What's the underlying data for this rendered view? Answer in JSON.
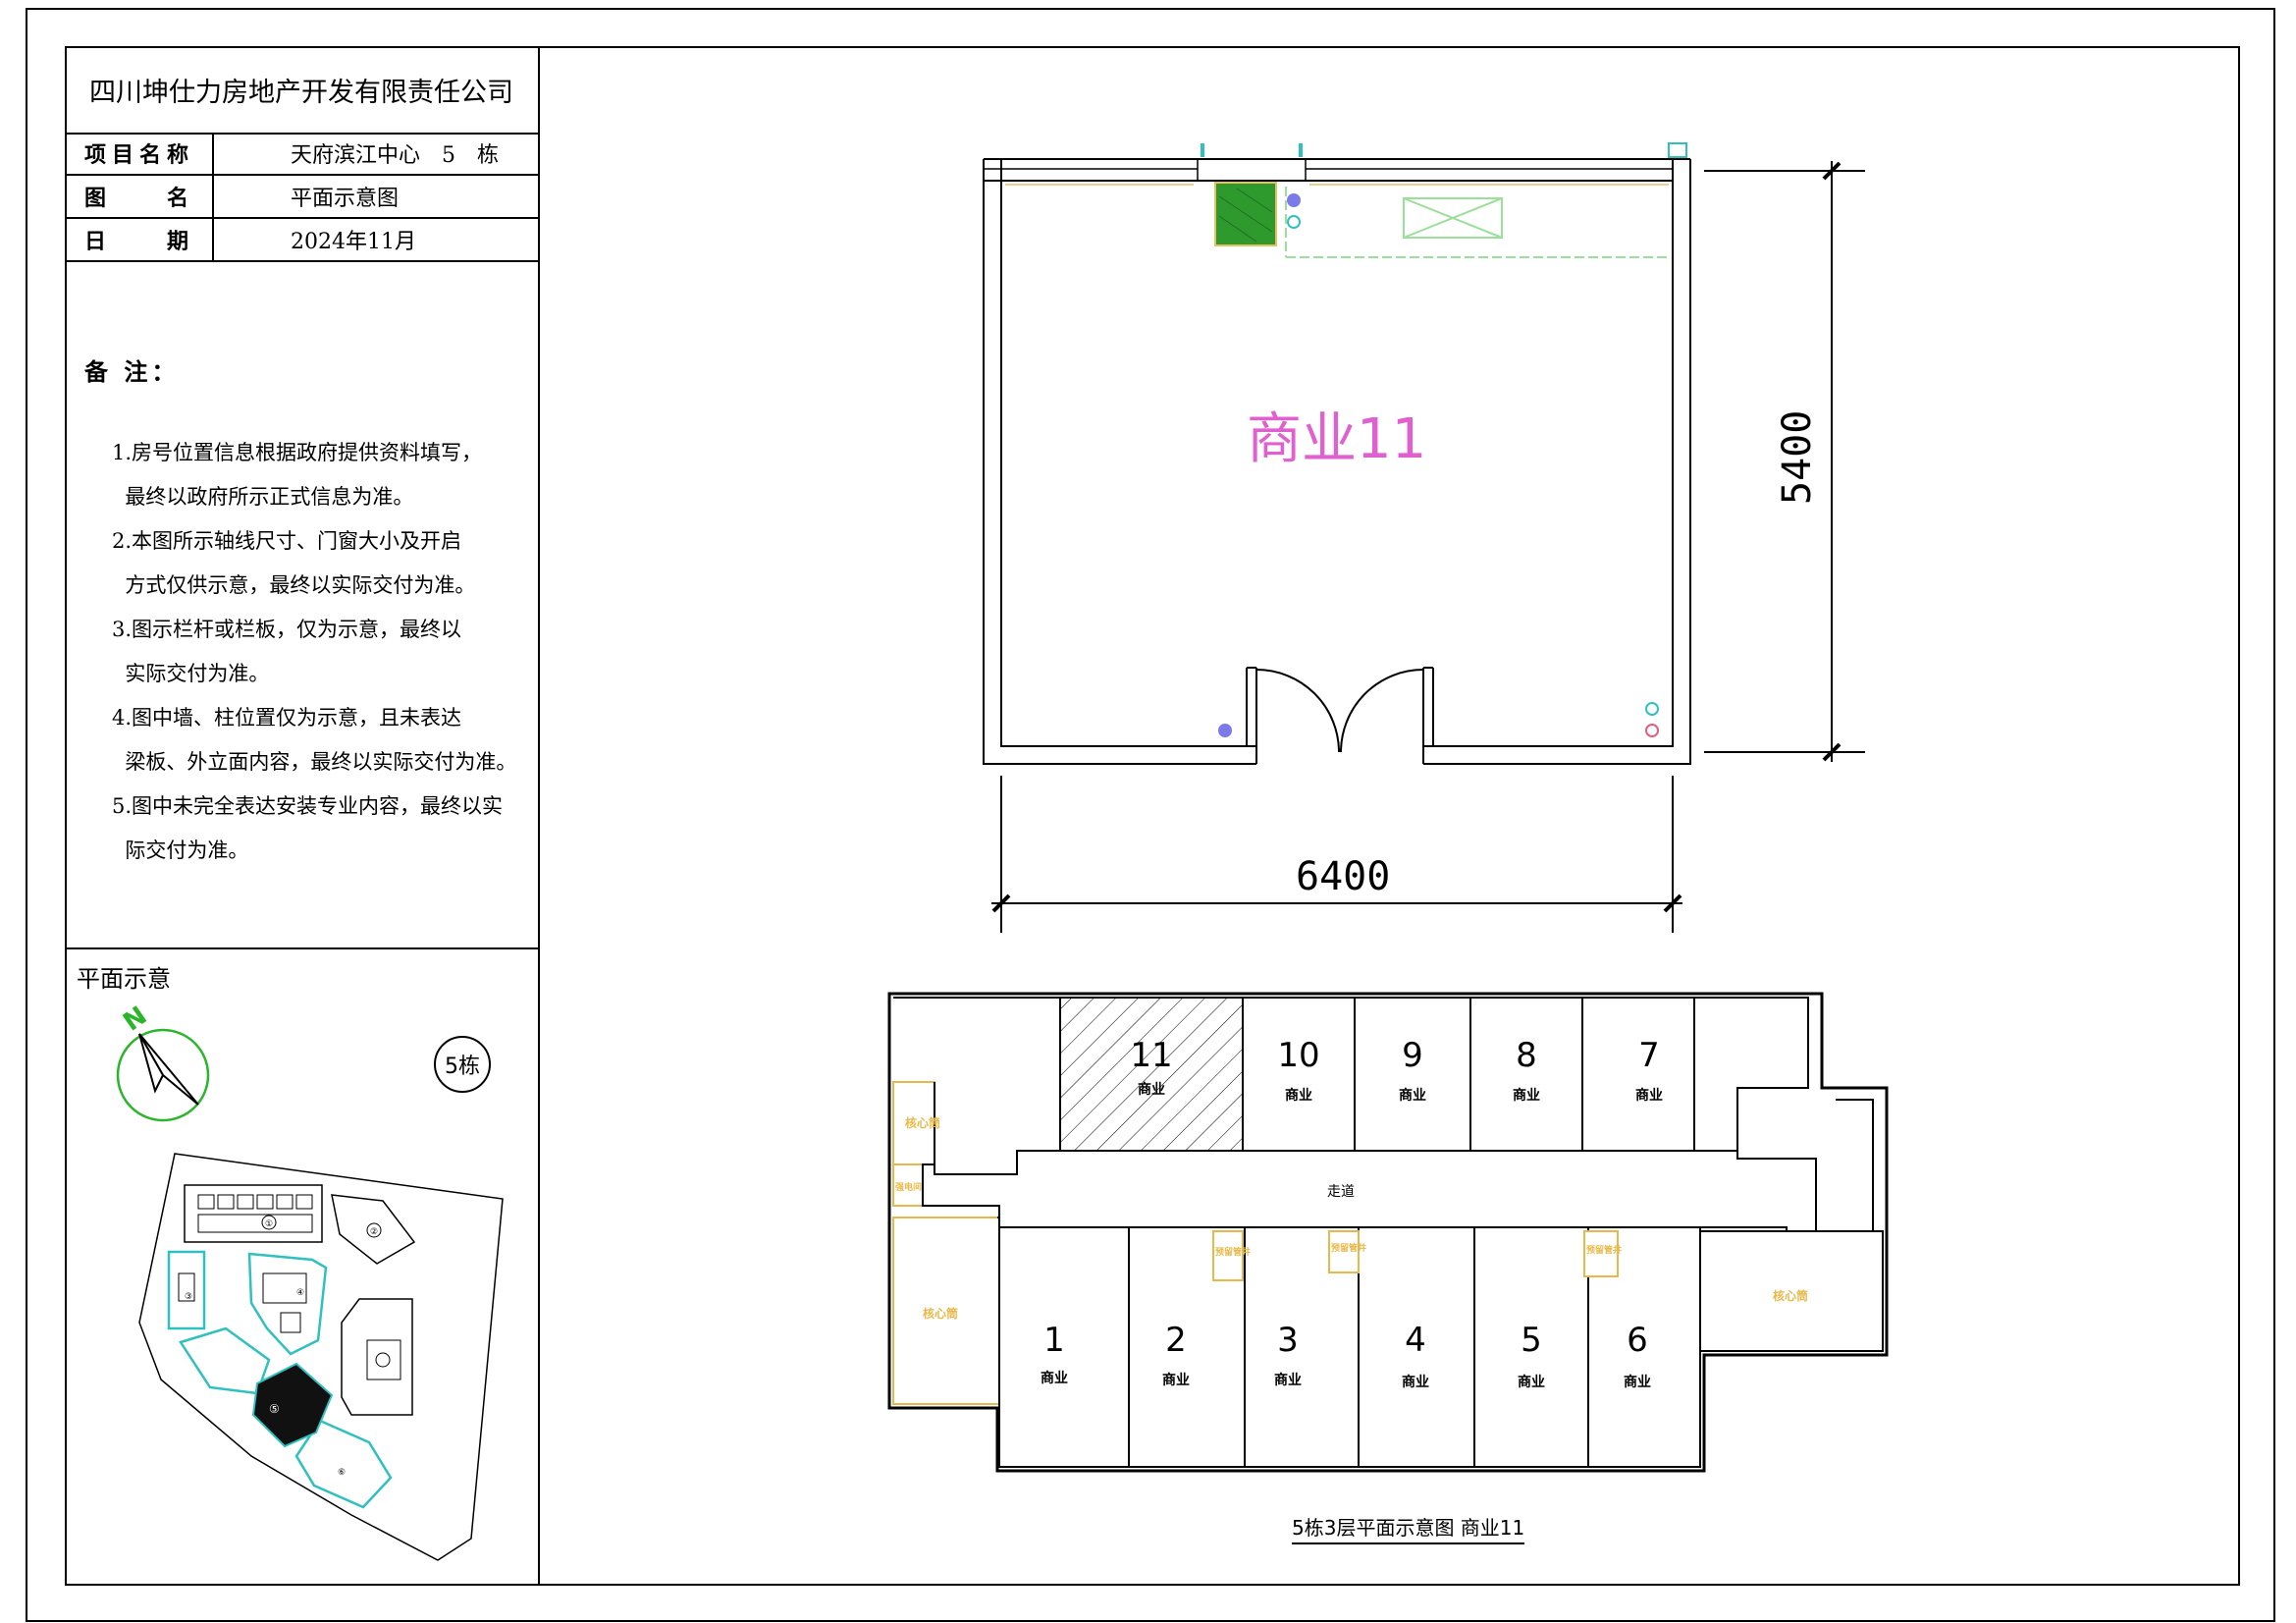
{
  "title_block": {
    "company": "四川坤仕力房地产开发有限责任公司",
    "rows": [
      {
        "label": "项目名称",
        "value": "天府滨江中心　5　栋"
      },
      {
        "label": "图　　名",
        "value": "平面示意图"
      },
      {
        "label": "日　　期",
        "value": "2024年11月"
      }
    ]
  },
  "notes": {
    "title": "备 注：",
    "items": [
      "1.房号位置信息根据政府提供资料填写，",
      "  最终以政府所示正式信息为准。",
      "2.本图所示轴线尺寸、门窗大小及开启",
      "  方式仅供示意，最终以实际交付为准。",
      "3.图示栏杆或栏板，仅为示意，最终以",
      "  实际交付为准。",
      "4.图中墙、柱位置仅为示意，且未表达",
      "  梁板、外立面内容，最终以实际交付为准。",
      "5.图中未完全表达安装专业内容，最终以实",
      "  际交付为准。"
    ]
  },
  "site_plan": {
    "label": "平面示意",
    "north": "N",
    "building_tag": "5栋",
    "building_numbers": [
      "①",
      "②",
      "③",
      "④",
      "⑤",
      "⑥"
    ]
  },
  "unit_plan": {
    "room_label": "商业11",
    "width_dim": "6400",
    "height_dim": "5400",
    "colors": {
      "label": "#e060d0",
      "green": "#2e9a2e",
      "cyan": "#30c0c0"
    }
  },
  "floor_plan": {
    "caption": "5栋3层平面示意图  商业11",
    "corridor": "走道",
    "unit_type": "商业",
    "top_units": [
      "11",
      "10",
      "9",
      "8",
      "7"
    ],
    "bottom_units": [
      "1",
      "2",
      "3",
      "4",
      "5",
      "6"
    ],
    "core_label": "核心筒",
    "elec_label": "强电间",
    "shaft_label": "预留管井",
    "highlight_unit": "11",
    "colors": {
      "core": "#e8b94a"
    }
  }
}
